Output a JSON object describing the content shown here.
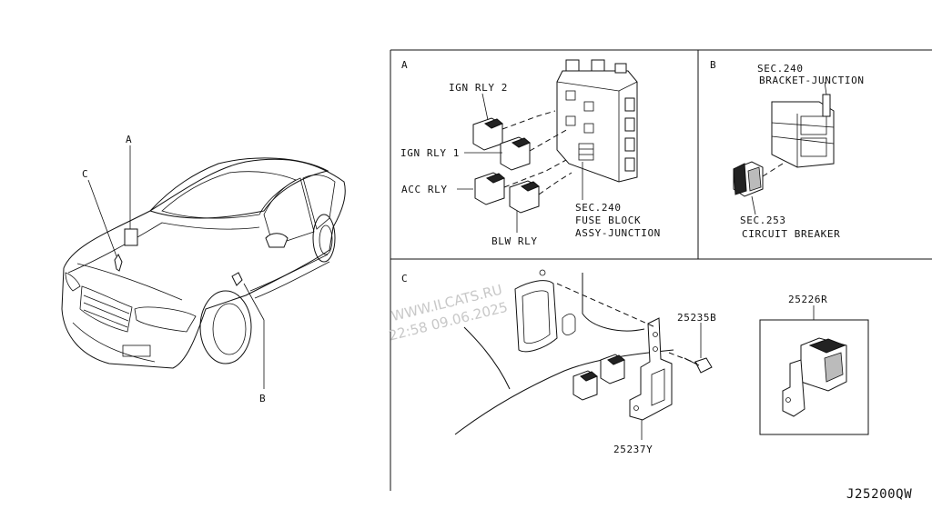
{
  "callouts": {
    "car_a": "A",
    "car_b": "B",
    "car_c": "C"
  },
  "panel_a": {
    "letter": "A",
    "ign_rly_2": "IGN RLY 2",
    "ign_rly_1": "IGN RLY 1",
    "acc_rly": "ACC RLY",
    "blw_rly": "BLW RLY",
    "sec_line1": "SEC.240",
    "sec_line2": "FUSE BLOCK",
    "sec_line3": "ASSY-JUNCTION"
  },
  "panel_b": {
    "letter": "B",
    "sec240_line1": "SEC.240",
    "sec240_line2": "BRACKET-JUNCTION",
    "sec253_line1": "SEC.253",
    "sec253_line2": "CIRCUIT BREAKER"
  },
  "panel_c": {
    "letter": "C",
    "part_25235b": "25235B",
    "part_25237y": "25237Y",
    "part_25226r": "25226R"
  },
  "watermark": {
    "line1": "WWW.ILCATS.RU",
    "line2": "22:58 09.06.2025"
  },
  "diagram_code": "J25200QW"
}
